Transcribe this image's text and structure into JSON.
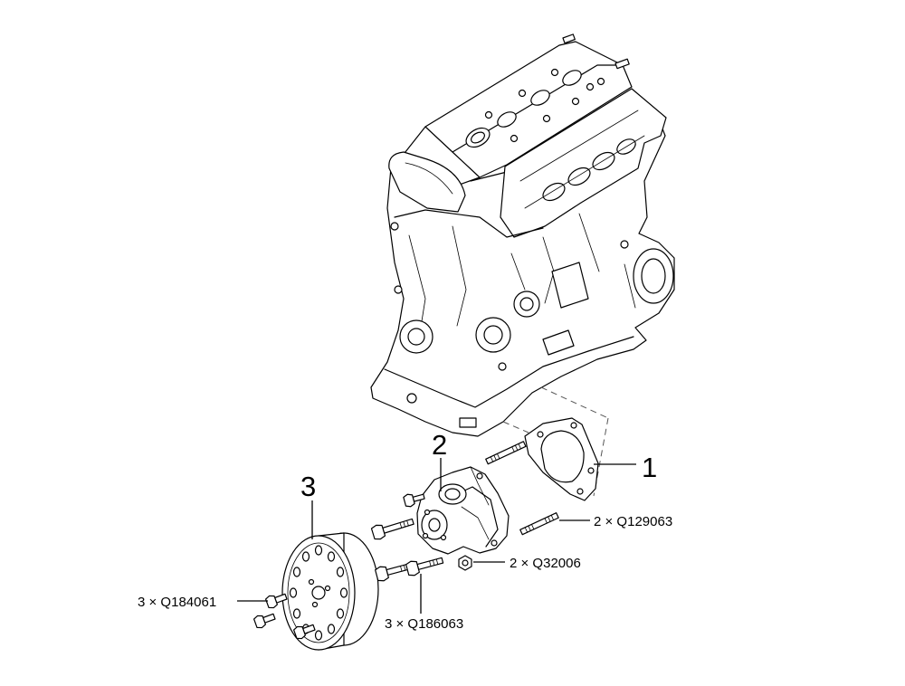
{
  "labels": {
    "part1": "1",
    "part2": "2",
    "part3": "3",
    "bolt_stud": "2 × Q129063",
    "nut": "2 × Q32006",
    "bolt_small": "3 × Q184061",
    "bolt_long": "3 × Q186063"
  }
}
